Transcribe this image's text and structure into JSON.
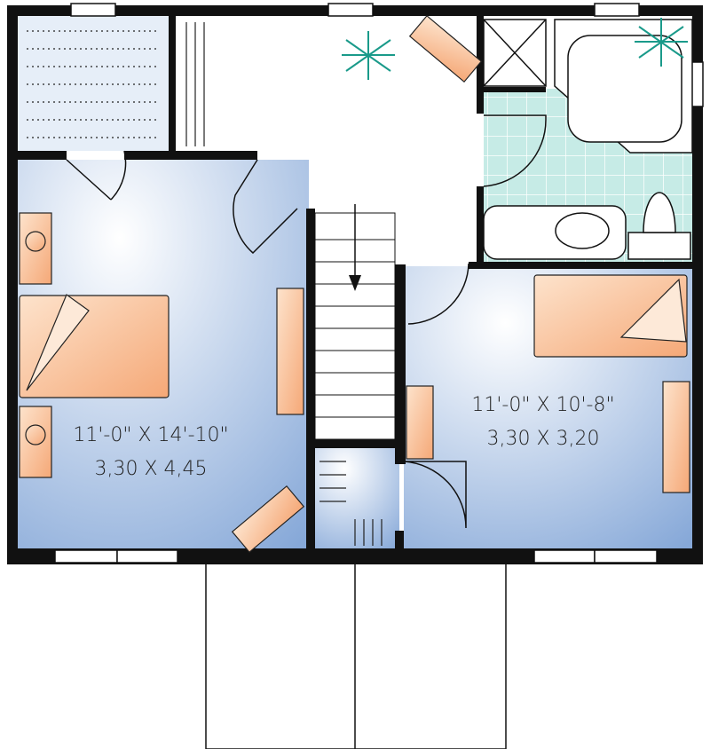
{
  "rooms": {
    "bedroom_left": {
      "imperial": "11'-0\" X 14'-10\"",
      "metric": "3,30 X 4,45"
    },
    "bedroom_right": {
      "imperial": "11'-0\" X 10'-8\"",
      "metric": "3,30 X 3,20"
    }
  },
  "colors": {
    "wall": "#111111",
    "floor_blue": "#8fb0dc",
    "furniture": "#f7b98e",
    "tile": "#bfe6e2",
    "plant": "#1a9a8a"
  }
}
